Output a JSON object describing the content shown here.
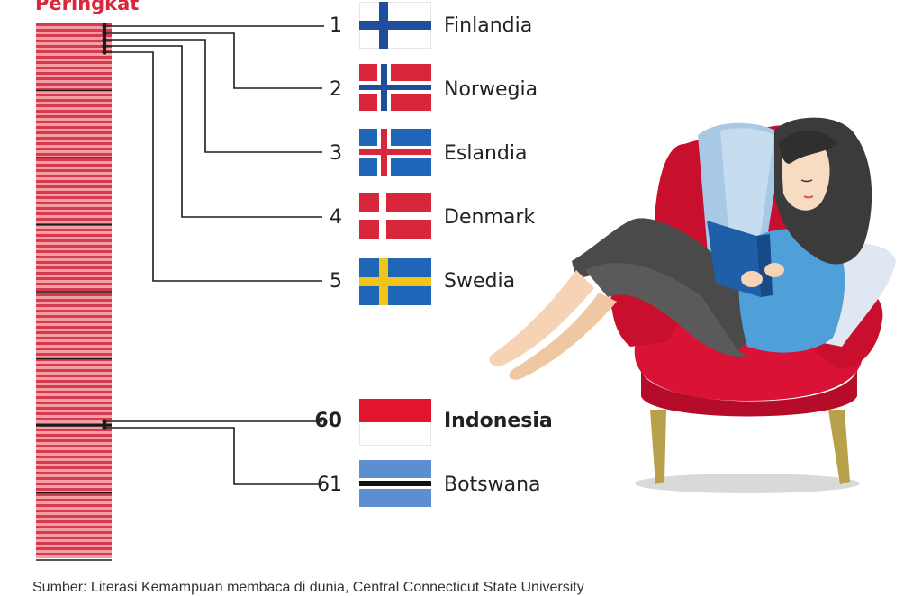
{
  "heading": "Peringkat",
  "source": "Sumber: Literasi Kemampuan membaca di dunia, Central Connecticut State University",
  "colors": {
    "accent": "#d8263a",
    "bar_stripe_light": "#f49ea6",
    "bar_stripe_dark": "#d63a4e",
    "marker": "#1a1a1a"
  },
  "ranking_bar": {
    "total_positions": 61
  },
  "rankings": [
    {
      "rank": "1",
      "country": "Finlandia",
      "flag": "finland-flag-icon",
      "highlight": false
    },
    {
      "rank": "2",
      "country": "Norwegia",
      "flag": "norway-flag-icon",
      "highlight": false
    },
    {
      "rank": "3",
      "country": "Eslandia",
      "flag": "iceland-flag-icon",
      "highlight": false
    },
    {
      "rank": "4",
      "country": "Denmark",
      "flag": "denmark-flag-icon",
      "highlight": false
    },
    {
      "rank": "5",
      "country": "Swedia",
      "flag": "sweden-flag-icon",
      "highlight": false
    },
    {
      "rank": "60",
      "country": "Indonesia",
      "flag": "indonesia-flag-icon",
      "highlight": true
    },
    {
      "rank": "61",
      "country": "Botswana",
      "flag": "botswana-flag-icon",
      "highlight": false
    }
  ],
  "illustration": "woman-reading-book-in-armchair-illustration"
}
